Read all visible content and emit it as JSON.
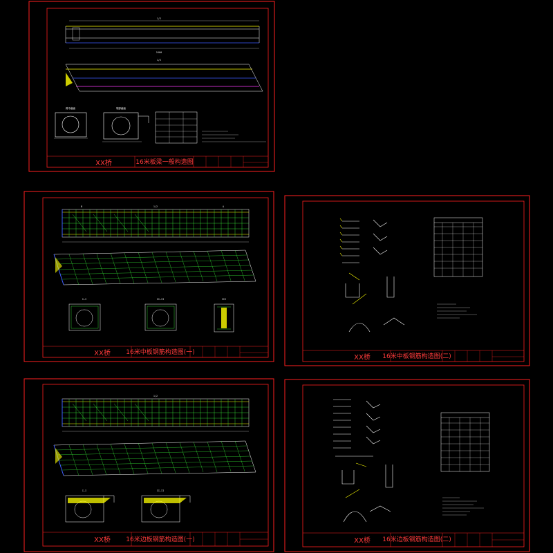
{
  "drawing_set": {
    "sheets": [
      {
        "id": "sheet-1",
        "bridge_name": "XX桥",
        "title": "16米板梁一般构造图"
      },
      {
        "id": "sheet-2",
        "bridge_name": "XX桥",
        "title": "16米中板钢筋构造图(一)"
      },
      {
        "id": "sheet-3",
        "bridge_name": "XX桥",
        "title": "16米中板钢筋构造图(二)"
      },
      {
        "id": "sheet-4",
        "bridge_name": "XX桥",
        "title": "16米边板钢筋构造图(一)"
      },
      {
        "id": "sheet-5",
        "bridge_name": "XX桥",
        "title": "16米边板钢筋构造图(二)"
      }
    ]
  },
  "colors": {
    "background": "#000000",
    "border_red": "#ff2020",
    "line_white": "#ffffff",
    "line_yellow": "#ffff00",
    "line_green": "#3cff3c",
    "line_blue": "#3a5bff",
    "line_cyan": "#00e5ff",
    "line_magenta": "#ff3cff"
  }
}
